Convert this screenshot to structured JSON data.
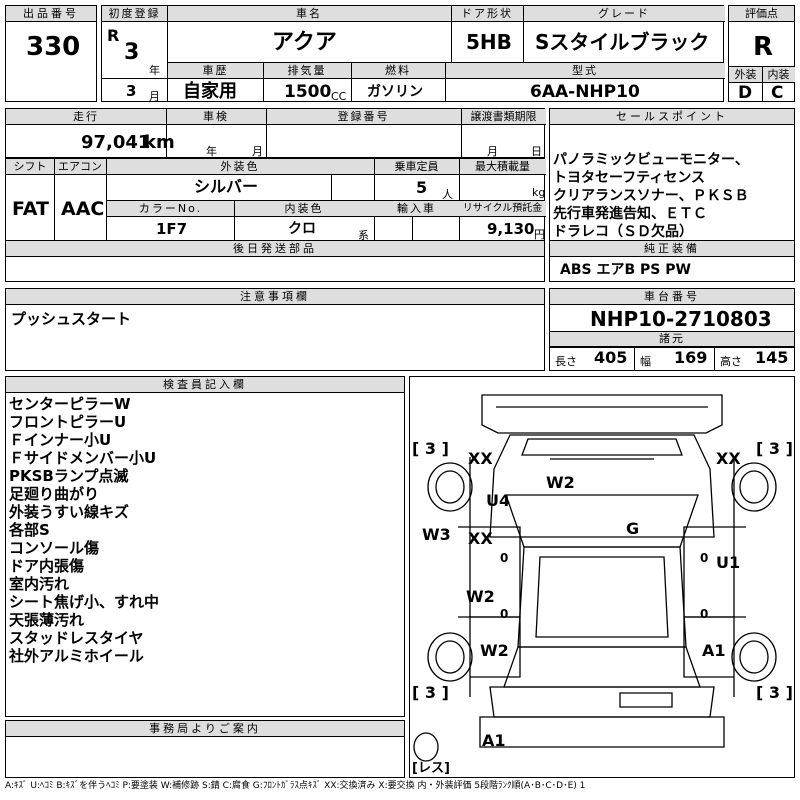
{
  "lot": {
    "label": "出品番号",
    "value": "330"
  },
  "first_reg": {
    "label": "初度登録",
    "era": "R",
    "year": "3",
    "year_unit": "年",
    "month": "3",
    "month_unit": "月"
  },
  "car_name": {
    "label": "車名",
    "value": "アクア"
  },
  "door": {
    "label": "ドア形状",
    "value": "5HB"
  },
  "grade": {
    "label": "グレード",
    "value": "Sスタイルブラック"
  },
  "score": {
    "label": "評価点",
    "value": "R"
  },
  "history": {
    "label": "車歴",
    "value": "自家用"
  },
  "displacement": {
    "label": "排気量",
    "value": "1500",
    "unit": "CC"
  },
  "fuel": {
    "label": "燃料",
    "value": "ガソリン"
  },
  "model": {
    "label": "型式",
    "value": "6AA-NHP10"
  },
  "ext_score": {
    "label": "外装",
    "value": "D"
  },
  "int_score": {
    "label": "内装",
    "value": "C"
  },
  "mileage": {
    "label": "走行",
    "value": "97,041",
    "unit": "km"
  },
  "inspection": {
    "label": "車検",
    "year_unit": "年",
    "month_unit": "月"
  },
  "reg_no": {
    "label": "登録番号"
  },
  "transfer": {
    "label": "譲渡書類期限",
    "month_unit": "月",
    "day_unit": "日"
  },
  "sales": {
    "label": "セールスポイント",
    "lines": [
      "パノラミックビューモニター、",
      "トヨタセーフティセンス",
      "クリアランスソナー、ＰＫＳＢ",
      "先行車発進告知、ＥＴＣ",
      "ドラレコ（ＳＤ欠品）"
    ]
  },
  "shift": {
    "label": "シフト",
    "value": "FAT"
  },
  "aircon": {
    "label": "エアコン",
    "value": "AAC"
  },
  "ext_color": {
    "label": "外装色",
    "value": "シルバー"
  },
  "capacity": {
    "label": "乗車定員",
    "value": "5",
    "unit": "人"
  },
  "max_load": {
    "label": "最大積載量",
    "unit": "kg"
  },
  "color_no": {
    "label": "カラーNo.",
    "value": "1F7"
  },
  "int_color": {
    "label": "内装色",
    "value": "クロ",
    "unit": "系"
  },
  "import": {
    "label": "輸入車"
  },
  "recycle": {
    "label": "リサイクル預託金",
    "value": "9,130",
    "unit": "円"
  },
  "later_parts": {
    "label": "後日発送部品"
  },
  "equipment": {
    "label": "純正装備",
    "value": "ABS エアB PS PW"
  },
  "notes": {
    "label": "注意事項欄",
    "value": "プッシュスタート"
  },
  "chassis": {
    "label": "車台番号",
    "value": "NHP10-2710803"
  },
  "specs": {
    "label": "諸元",
    "length_label": "長さ",
    "length": "405",
    "width_label": "幅",
    "width": "169",
    "height_label": "高さ",
    "height": "145"
  },
  "inspector": {
    "label": "検査員記入欄",
    "lines": [
      "センターピラーW",
      "フロントピラーU",
      "Ｆインナー小U",
      "Ｆサイドメンバー小U",
      "PKSBランプ点滅",
      "足廻り曲がり",
      "外装うすい線キズ",
      "各部S",
      "コンソール傷",
      "ドア内張傷",
      "室内汚れ",
      "シート焦げ小、すれ中",
      "天張薄汚れ",
      "スタッドレスタイヤ",
      "社外アルミホイール"
    ]
  },
  "office": {
    "label": "事務局よりご案内"
  },
  "diagram": {
    "tire_fl": "[ 3 ]",
    "tire_fr": "[ 3 ]",
    "tire_rl": "[ 3 ]",
    "tire_rr": "[ 3 ]",
    "marks": {
      "xx_fl": "XX",
      "xx_fr": "XX",
      "w2_hood": "W2",
      "u4": "U4",
      "w3": "W3",
      "g": "G",
      "xx_door": "XX",
      "zero_l1": "0",
      "zero_r1": "0",
      "u1": "U1",
      "w2_door": "W2",
      "zero_l2": "0",
      "zero_r2": "0",
      "w2_rear": "W2",
      "a1_rear": "A1",
      "a1_bumper": "A1"
    },
    "less": "[レス]"
  },
  "legend": "A:ｷｽﾞ U:ﾍｺﾐ B:ｷｽﾞを伴うﾍｺﾐ P:要塗装 W:補修跡 S:錆 C:腐食 G:ﾌﾛﾝﾄｶﾞﾗｽ点ｷｽﾞ XX:交換済み X:要交換 内・外装評価 5段階ﾗﾝｸ順(A･B･C･D･E) 1"
}
